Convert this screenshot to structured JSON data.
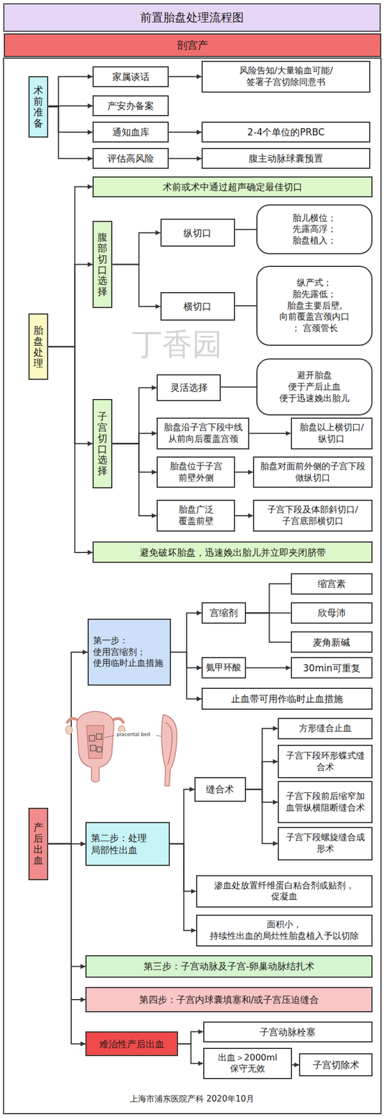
{
  "diagram": {
    "title": "前置胎盘处理流程图",
    "caption": "上海市浦东医院产科 2020年10月",
    "nodes": [
      {
        "text": [
          "剖宫产"
        ]
      },
      {
        "text": [
          "术前准备"
        ]
      },
      {
        "text": [
          "家属谈话"
        ]
      },
      {
        "text": [
          "风险告知/大量输血可能/签署子宫切除同意书"
        ]
      },
      {
        "text": [
          "产安办备案"
        ]
      },
      {
        "text": [
          "通知血库"
        ]
      },
      {
        "text": [
          "2-4个单位的PRBC"
        ]
      },
      {
        "text": [
          "评估高风险"
        ]
      },
      {
        "text": [
          "腹主动脉球囊预置"
        ]
      },
      {
        "text": [
          "胎盘处理"
        ]
      },
      {
        "text": [
          "术前或术中通过超声确定最佳切口"
        ]
      },
      {
        "text": [
          "腹部切口选择"
        ]
      },
      {
        "text": [
          "纵切口"
        ]
      },
      {
        "text": [
          "胎儿横位； 先露高浮； 胎盘植入；"
        ]
      },
      {
        "text": [
          "横切口"
        ]
      },
      {
        "text": [
          "纵产式； 胎先露低； 胎盘主要后壁,向前覆盖宫颈内口； 宫颈管长"
        ]
      },
      {
        "text": [
          "子宫切口选择"
        ]
      },
      {
        "text": [
          "灵活选择"
        ]
      },
      {
        "text": [
          "避开胎盘 便于产后止血 便于迅速娩出胎儿"
        ]
      },
      {
        "text": [
          "胎盘沿子宫下段中线 从前向后覆盖宫颈"
        ]
      },
      {
        "text": [
          "胎盘以上横切口/纵切口"
        ]
      },
      {
        "text": [
          "胎盘位于子宫 前壁外侧"
        ]
      },
      {
        "text": [
          "胎盘对面前外侧的子宫下段做纵切口"
        ]
      },
      {
        "text": [
          "胎盘广泛 覆盖前壁"
        ]
      },
      {
        "text": [
          "子宫下段及体部斜切口/子宫底部横切口"
        ]
      },
      {
        "text": [
          "避免破坏胎盘，迅速娩出胎儿并立即夹闭脐带"
        ]
      },
      {
        "text": [
          "产后出血"
        ]
      },
      {
        "text": [
          "第一步： 使用宫缩剂； 使用临时止血措施"
        ]
      },
      {
        "text": [
          "宫缩剂"
        ]
      },
      {
        "text": [
          "缩宫素"
        ]
      },
      {
        "text": [
          "欣母沛"
        ]
      },
      {
        "text": [
          "麦角新碱"
        ]
      },
      {
        "text": [
          "氨甲环酸"
        ]
      },
      {
        "text": [
          "30min可重复"
        ]
      },
      {
        "text": [
          "止血带可用作临时止血措施"
        ]
      },
      {
        "text": [
          "第二步：处理 局部性出血"
        ]
      },
      {
        "text": [
          "缝合术"
        ]
      },
      {
        "text": [
          "方形缝合止血"
        ]
      },
      {
        "text": [
          "子宫下段环形蝶式缝合术"
        ]
      },
      {
        "text": [
          "子宫下段前后缩窄加血管纵横阻断缝合术"
        ]
      },
      {
        "text": [
          "子宫下段螺旋缝合成形术"
        ]
      },
      {
        "text": [
          "渗血处放置纤维蛋白粘合剂或贴剂，促凝血"
        ]
      },
      {
        "text": [
          "面积小，持续性出血的局灶性胎盘植入予以切除"
        ]
      },
      {
        "text": [
          "第三步：子宫动脉及子宫-卵巢动脉结扎术"
        ]
      },
      {
        "text": [
          "第四步：子宫内球囊填塞和/或子宫压迫缝合"
        ]
      },
      {
        "text": [
          "难治性产后出血"
        ]
      },
      {
        "text": [
          "子宫动脉栓塞"
        ]
      },
      {
        "text": [
          "出血＞2000ml 保守无效"
        ]
      },
      {
        "text": [
          "子宫切除术"
        ]
      }
    ],
    "edges": [
      {
        "from": 1,
        "to": 2,
        "arrow": "to"
      },
      {
        "from": 2,
        "to": 3,
        "arrow": "to"
      },
      {
        "from": 1,
        "to": 4,
        "arrow": "to"
      },
      {
        "from": 1,
        "to": 5,
        "arrow": "to"
      },
      {
        "from": 5,
        "to": 6,
        "arrow": "to"
      },
      {
        "from": 1,
        "to": 7,
        "arrow": "to"
      },
      {
        "from": 7,
        "to": 8,
        "arrow": "to"
      },
      {
        "from": 9,
        "to": 10,
        "arrow": "to"
      },
      {
        "from": 9,
        "to": 11,
        "arrow": "to"
      },
      {
        "from": 11,
        "to": 12,
        "arrow": "to"
      },
      {
        "from": 12,
        "to": 13,
        "arrow": "none"
      },
      {
        "from": 11,
        "to": 14,
        "arrow": "to"
      },
      {
        "from": 14,
        "to": 15,
        "arrow": "none"
      },
      {
        "from": 9,
        "to": 16,
        "arrow": "to"
      },
      {
        "from": 16,
        "to": 17,
        "arrow": "to"
      },
      {
        "from": 17,
        "to": 18,
        "arrow": "none"
      },
      {
        "from": 16,
        "to": 19,
        "arrow": "to"
      },
      {
        "from": 19,
        "to": 20,
        "arrow": "to"
      },
      {
        "from": 16,
        "to": 21,
        "arrow": "to"
      },
      {
        "from": 21,
        "to": 22,
        "arrow": "to"
      },
      {
        "from": 16,
        "to": 23,
        "arrow": "to"
      },
      {
        "from": 23,
        "to": 24,
        "arrow": "to"
      },
      {
        "from": 9,
        "to": 25,
        "arrow": "to"
      },
      {
        "from": 26,
        "to": 27,
        "arrow": "to"
      },
      {
        "from": 27,
        "to": 28,
        "arrow": "to"
      },
      {
        "from": 28,
        "to": 29,
        "arrow": "none"
      },
      {
        "from": 28,
        "to": 30,
        "arrow": "none"
      },
      {
        "from": 28,
        "to": 31,
        "arrow": "none"
      },
      {
        "from": 27,
        "to": 32,
        "arrow": "to"
      },
      {
        "from": 32,
        "to": 33,
        "arrow": "to"
      },
      {
        "from": 27,
        "to": 34,
        "arrow": "to"
      },
      {
        "from": 26,
        "to": 35,
        "arrow": "to"
      },
      {
        "from": 35,
        "to": 36,
        "arrow": "to"
      },
      {
        "from": 36,
        "to": 37,
        "arrow": "to"
      },
      {
        "from": 36,
        "to": 38,
        "arrow": "to"
      },
      {
        "from": 36,
        "to": 39,
        "arrow": "to"
      },
      {
        "from": 36,
        "to": 40,
        "arrow": "to"
      },
      {
        "from": 35,
        "to": 41,
        "arrow": "to"
      },
      {
        "from": 35,
        "to": 42,
        "arrow": "to"
      },
      {
        "from": 26,
        "to": 43,
        "arrow": "to"
      },
      {
        "from": 26,
        "to": 44,
        "arrow": "to"
      },
      {
        "from": 26,
        "to": 45,
        "arrow": "to"
      },
      {
        "from": 45,
        "to": 46,
        "arrow": "to"
      },
      {
        "from": 45,
        "to": 47,
        "arrow": "to"
      },
      {
        "from": 47,
        "to": 48,
        "arrow": "to"
      }
    ],
    "labels": [
      "丁香园",
      "placental bed"
    ]
  }
}
